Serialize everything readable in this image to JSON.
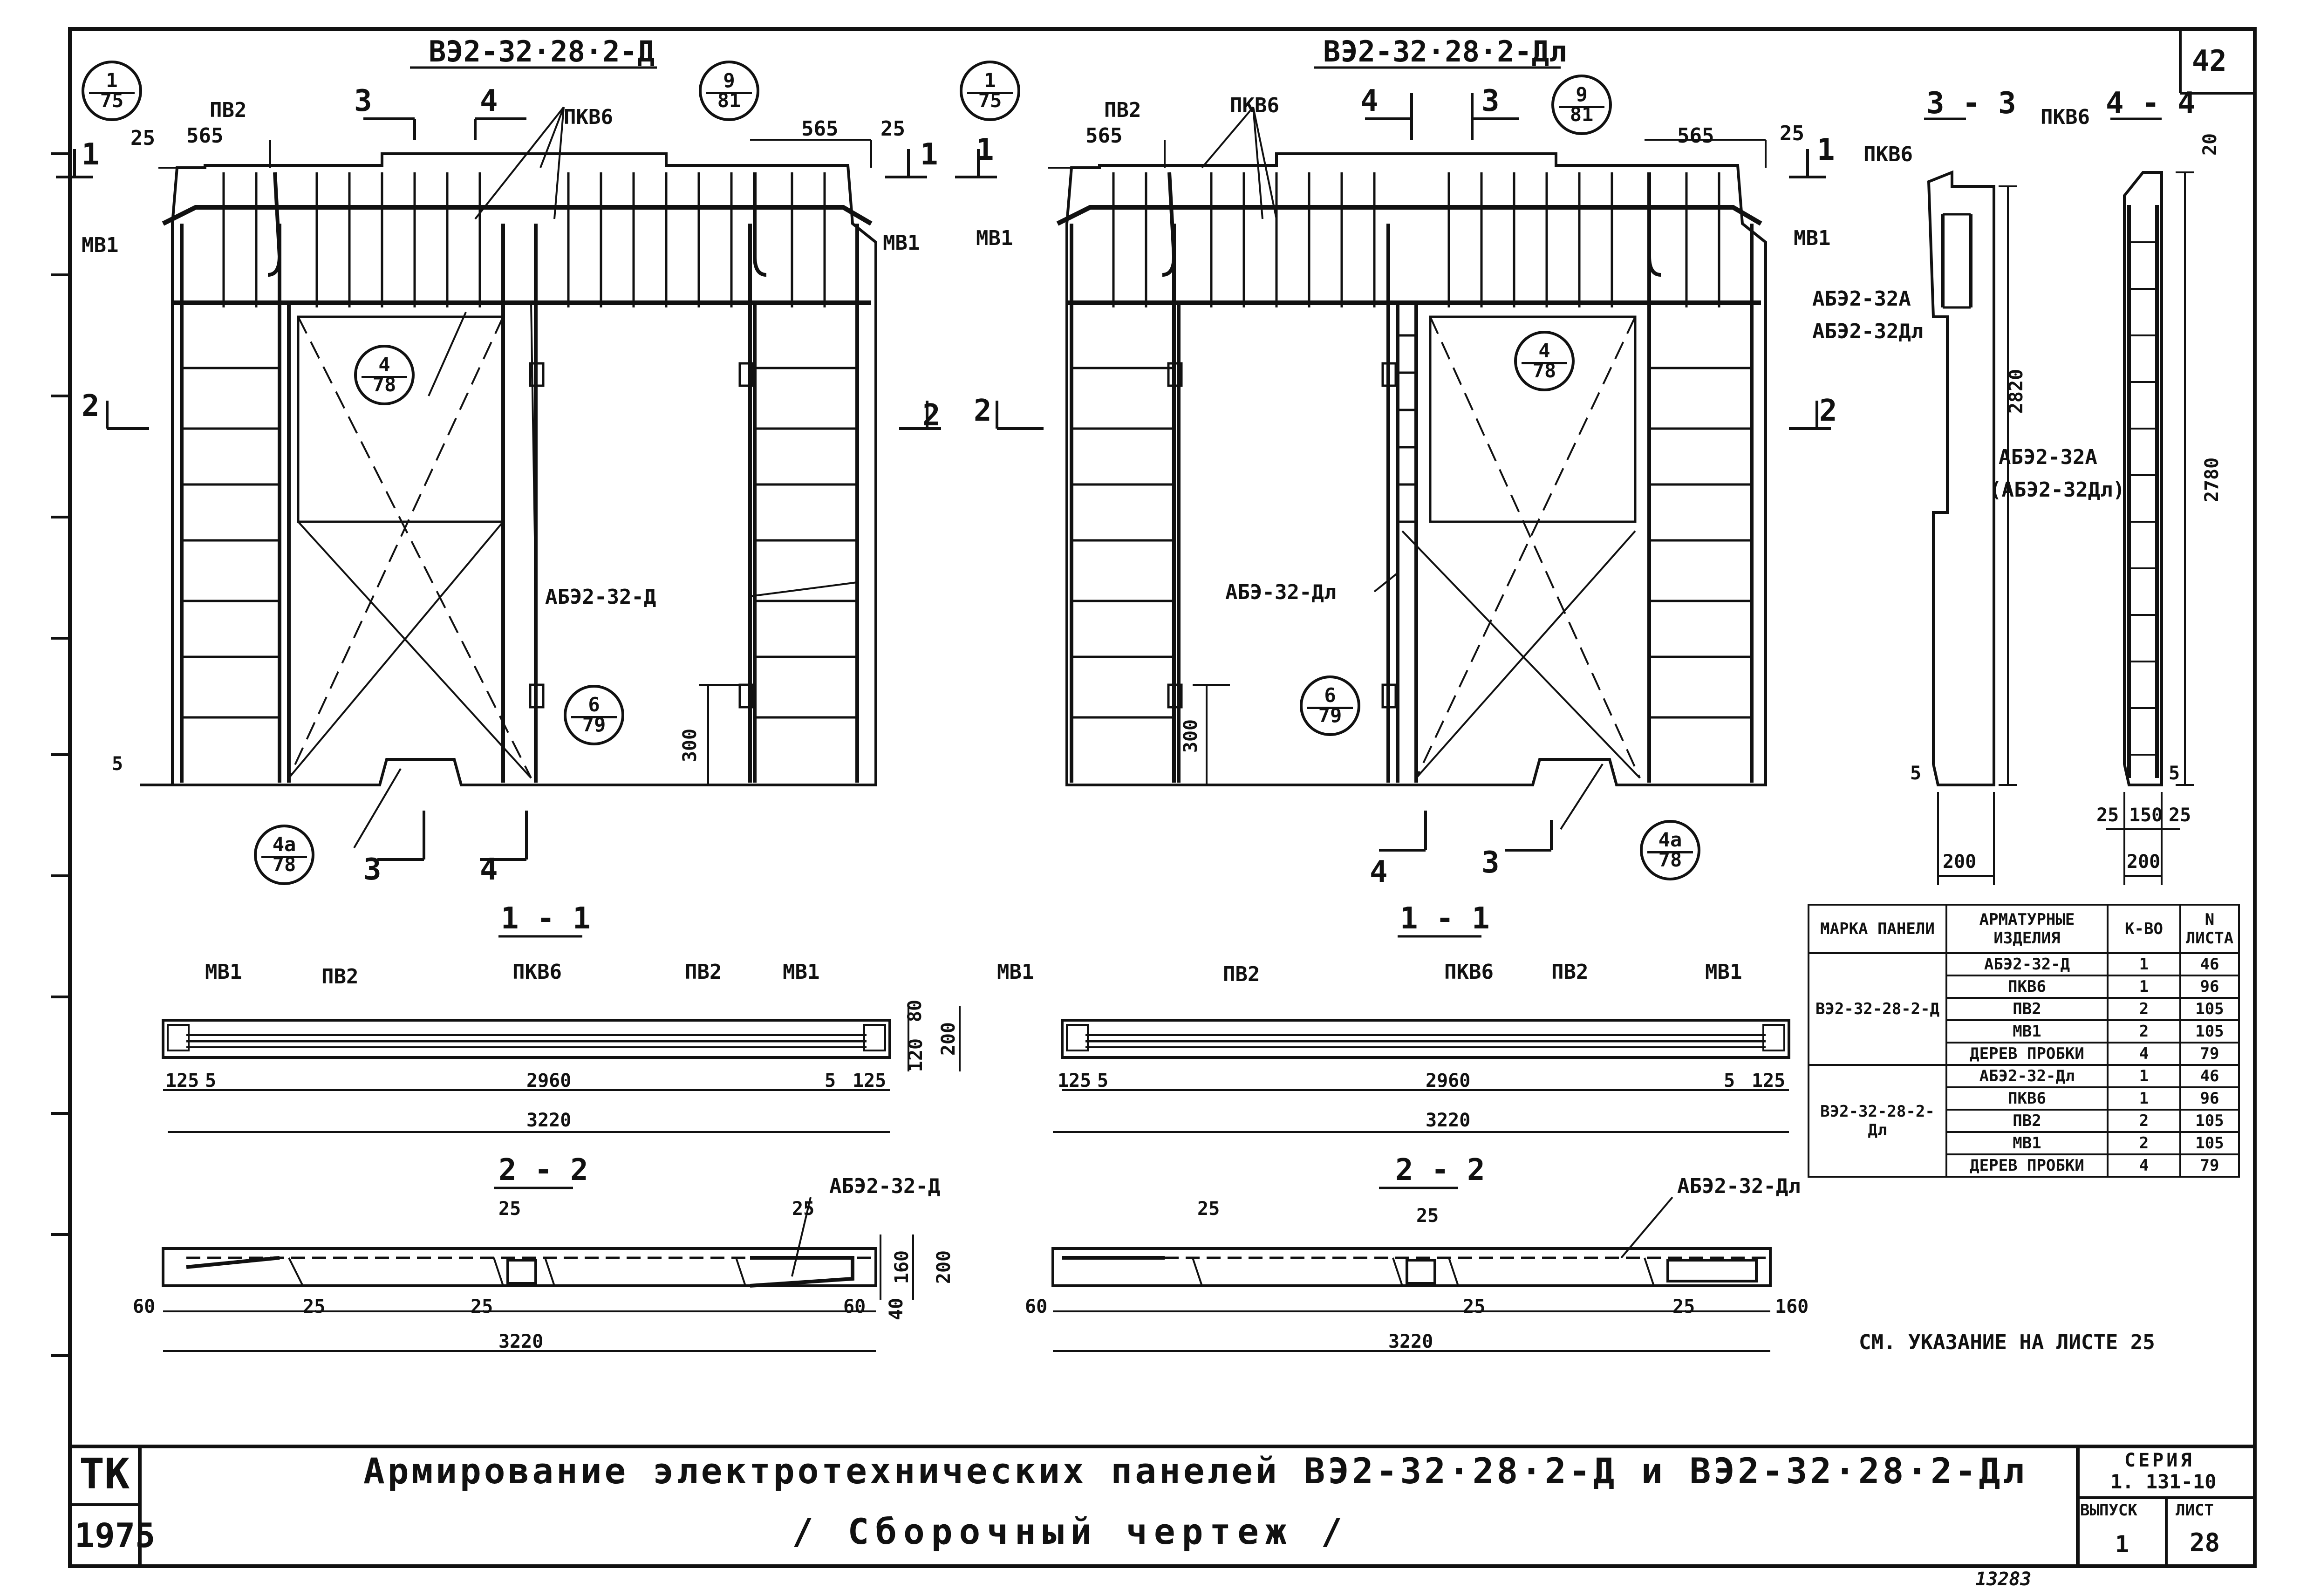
{
  "sheet_number": "42",
  "left_panel": {
    "title": "ВЭ2-32·28·2-Д",
    "labels": {
      "pkv6": "ПКВ6",
      "pv2": "ПВ2",
      "mv1": "МВ1",
      "mesh": "АБЭ2-32-Д",
      "d565": "565",
      "d25": "25",
      "d300": "300",
      "d5": "5"
    },
    "bubbles": [
      {
        "num": "1",
        "den": "75"
      },
      {
        "num": "9",
        "den": "81"
      },
      {
        "num": "4",
        "den": "78"
      },
      {
        "num": "6",
        "den": "79"
      },
      {
        "num": "4а",
        "den": "78"
      }
    ],
    "cuts": [
      "1",
      "1",
      "2",
      "2",
      "3",
      "3",
      "4",
      "4"
    ]
  },
  "right_panel": {
    "title": "ВЭ2-32·28·2-Дл",
    "labels": {
      "pkv6": "ПКВ6",
      "pv2": "ПВ2",
      "mv1": "МВ1",
      "mesh": "АБЭ-32-Дл",
      "d565": "565",
      "d25": "25",
      "d300": "300"
    },
    "bubbles": [
      {
        "num": "1",
        "den": "75"
      },
      {
        "num": "9",
        "den": "81"
      },
      {
        "num": "4",
        "den": "78"
      },
      {
        "num": "6",
        "den": "79"
      },
      {
        "num": "4а",
        "den": "78"
      }
    ],
    "cuts": [
      "1",
      "1",
      "2",
      "2",
      "3",
      "3",
      "4",
      "4"
    ]
  },
  "section_3_3": {
    "title": "3 - 3",
    "pkv6": "ПКВ6",
    "mesh_a": "АБЭ2-32А",
    "mesh_dl": "АБЭ2-32Дл",
    "h": "2820",
    "d5": "5",
    "w": "200"
  },
  "section_4_4": {
    "title": "4 - 4",
    "pkv6": "ПКВ6",
    "mesh": "АБЭ2-32А",
    "mesh2": "(АБЭ2-32Дл)",
    "h": "2780",
    "d20": "20",
    "d5": "5",
    "w1": "25",
    "w2": "150",
    "w3": "25",
    "w": "200"
  },
  "section_1_1_left": {
    "title": "1 - 1",
    "mv1a": "МВ1",
    "pv2a": "ПВ2",
    "pkv6": "ПКВ6",
    "pv2b": "ПВ2",
    "mv1b": "МВ1",
    "d125a": "125",
    "d5a": "5",
    "span": "2960",
    "d5b": "5",
    "d125b": "125",
    "total": "3220",
    "h80": "80",
    "h120": "120",
    "h200": "200"
  },
  "section_1_1_right": {
    "title": "1 - 1",
    "mv1a": "МВ1",
    "pv2a": "ПВ2",
    "pkv6": "ПКВ6",
    "pv2b": "ПВ2",
    "mv1b": "МВ1",
    "d125a": "125",
    "d5a": "5",
    "span": "2960",
    "d5b": "5",
    "d125b": "125",
    "total": "3220"
  },
  "section_2_2_left": {
    "title": "2 - 2",
    "mesh": "АБЭ2-32-Д",
    "d25a": "25",
    "d25b": "25",
    "d25c": "25",
    "d25d": "25",
    "d60a": "60",
    "d60b": "60",
    "d40": "40",
    "h160": "160",
    "h200": "200",
    "total": "3220"
  },
  "section_2_2_right": {
    "title": "2 - 2",
    "mesh": "АБЭ2-32-Дл",
    "d25a": "25",
    "d25b": "25",
    "d25c": "25",
    "d25d": "25",
    "d60": "60",
    "d160": "160",
    "total": "3220"
  },
  "spec_table": {
    "headers": [
      "МАРКА ПАНЕЛИ",
      "АРМАТУРНЫЕ ИЗДЕЛИЯ",
      "К-ВО",
      "N ЛИСТА"
    ],
    "groups": [
      {
        "mark": "ВЭ2-32-28-2-Д",
        "rows": [
          [
            "АБЭ2-32-Д",
            "1",
            "46"
          ],
          [
            "ПКВ6",
            "1",
            "96"
          ],
          [
            "ПВ2",
            "2",
            "105"
          ],
          [
            "МВ1",
            "2",
            "105"
          ],
          [
            "ДЕРЕВ ПРОБКИ",
            "4",
            "79"
          ]
        ]
      },
      {
        "mark": "ВЭ2-32-28-2-Дл",
        "rows": [
          [
            "АБЭ2-32-Дл",
            "1",
            "46"
          ],
          [
            "ПКВ6",
            "1",
            "96"
          ],
          [
            "ПВ2",
            "2",
            "105"
          ],
          [
            "МВ1",
            "2",
            "105"
          ],
          [
            "ДЕРЕВ ПРОБКИ",
            "4",
            "79"
          ]
        ]
      }
    ]
  },
  "note": "СМ. УКАЗАНИЕ НА ЛИСТЕ 25",
  "title_block": {
    "code": "ТК",
    "year": "1975",
    "title_line1": "Армирование электротехнических панелей ВЭ2-32·28·2-Д и ВЭ2-32·28·2-Дл",
    "title_line2": "/ Сборочный чертеж /",
    "series_label": "СЕРИЯ",
    "series": "1. 131-10",
    "issue_label": "ВЫПУСК",
    "issue": "1",
    "sheet_label": "ЛИСТ",
    "sheet": "28",
    "stamp": "13283"
  }
}
